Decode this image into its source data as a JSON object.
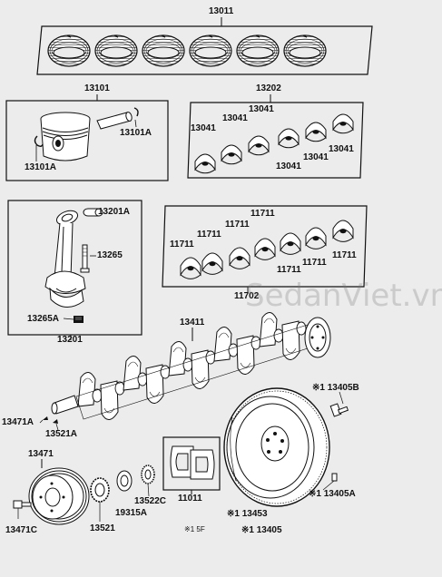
{
  "diagram": {
    "labels": {
      "piston_ring_set": "13011",
      "piston_sub_assy": "13101",
      "piston_pin_hole_snap_ring_left": "13101A",
      "piston_pin_hole_snap_ring_right": "13101A",
      "connecting_rod_bearing_set": "13202",
      "rod_bearing_1": "13041",
      "rod_bearing_2": "13041",
      "rod_bearing_3": "13041",
      "rod_bearing_4": "13041",
      "rod_bearing_5": "13041",
      "rod_bearing_6": "13041",
      "connecting_rod_bushing": "13201A",
      "connecting_rod_bolt": "13265",
      "connecting_rod_nut": "13265A",
      "connecting_rod_sub_assy": "13201",
      "main_bearing_1": "11711",
      "main_bearing_2": "11711",
      "main_bearing_3": "11711",
      "main_bearing_4": "11711",
      "main_bearing_5": "11711",
      "main_bearing_6": "11711",
      "main_bearing_7": "11711",
      "main_bearing_set": "11702",
      "crankshaft": "13411",
      "flywheel_bolt": "※1 13405B",
      "crankshaft_key": "13471A",
      "crankshaft_key_2": "13521A",
      "crankshaft_pulley": "13471",
      "crankshaft_pulley_bolt": "13471C",
      "crankshaft_timing_gear": "13521",
      "timing_gear_washer": "19315A",
      "crank_angle_sensor_plate": "13522C",
      "thrust_washer_set": "11011",
      "flywheel_sub_assy": "※1 13453",
      "flywheel": "※1 13405",
      "flywheel_pin": "※1 13405A",
      "footnote": "※1 5F"
    },
    "watermark": "SedanViet.vn",
    "colors": {
      "line": "#111111",
      "background": "#ececec",
      "watermark": "#9a9a9a"
    }
  }
}
